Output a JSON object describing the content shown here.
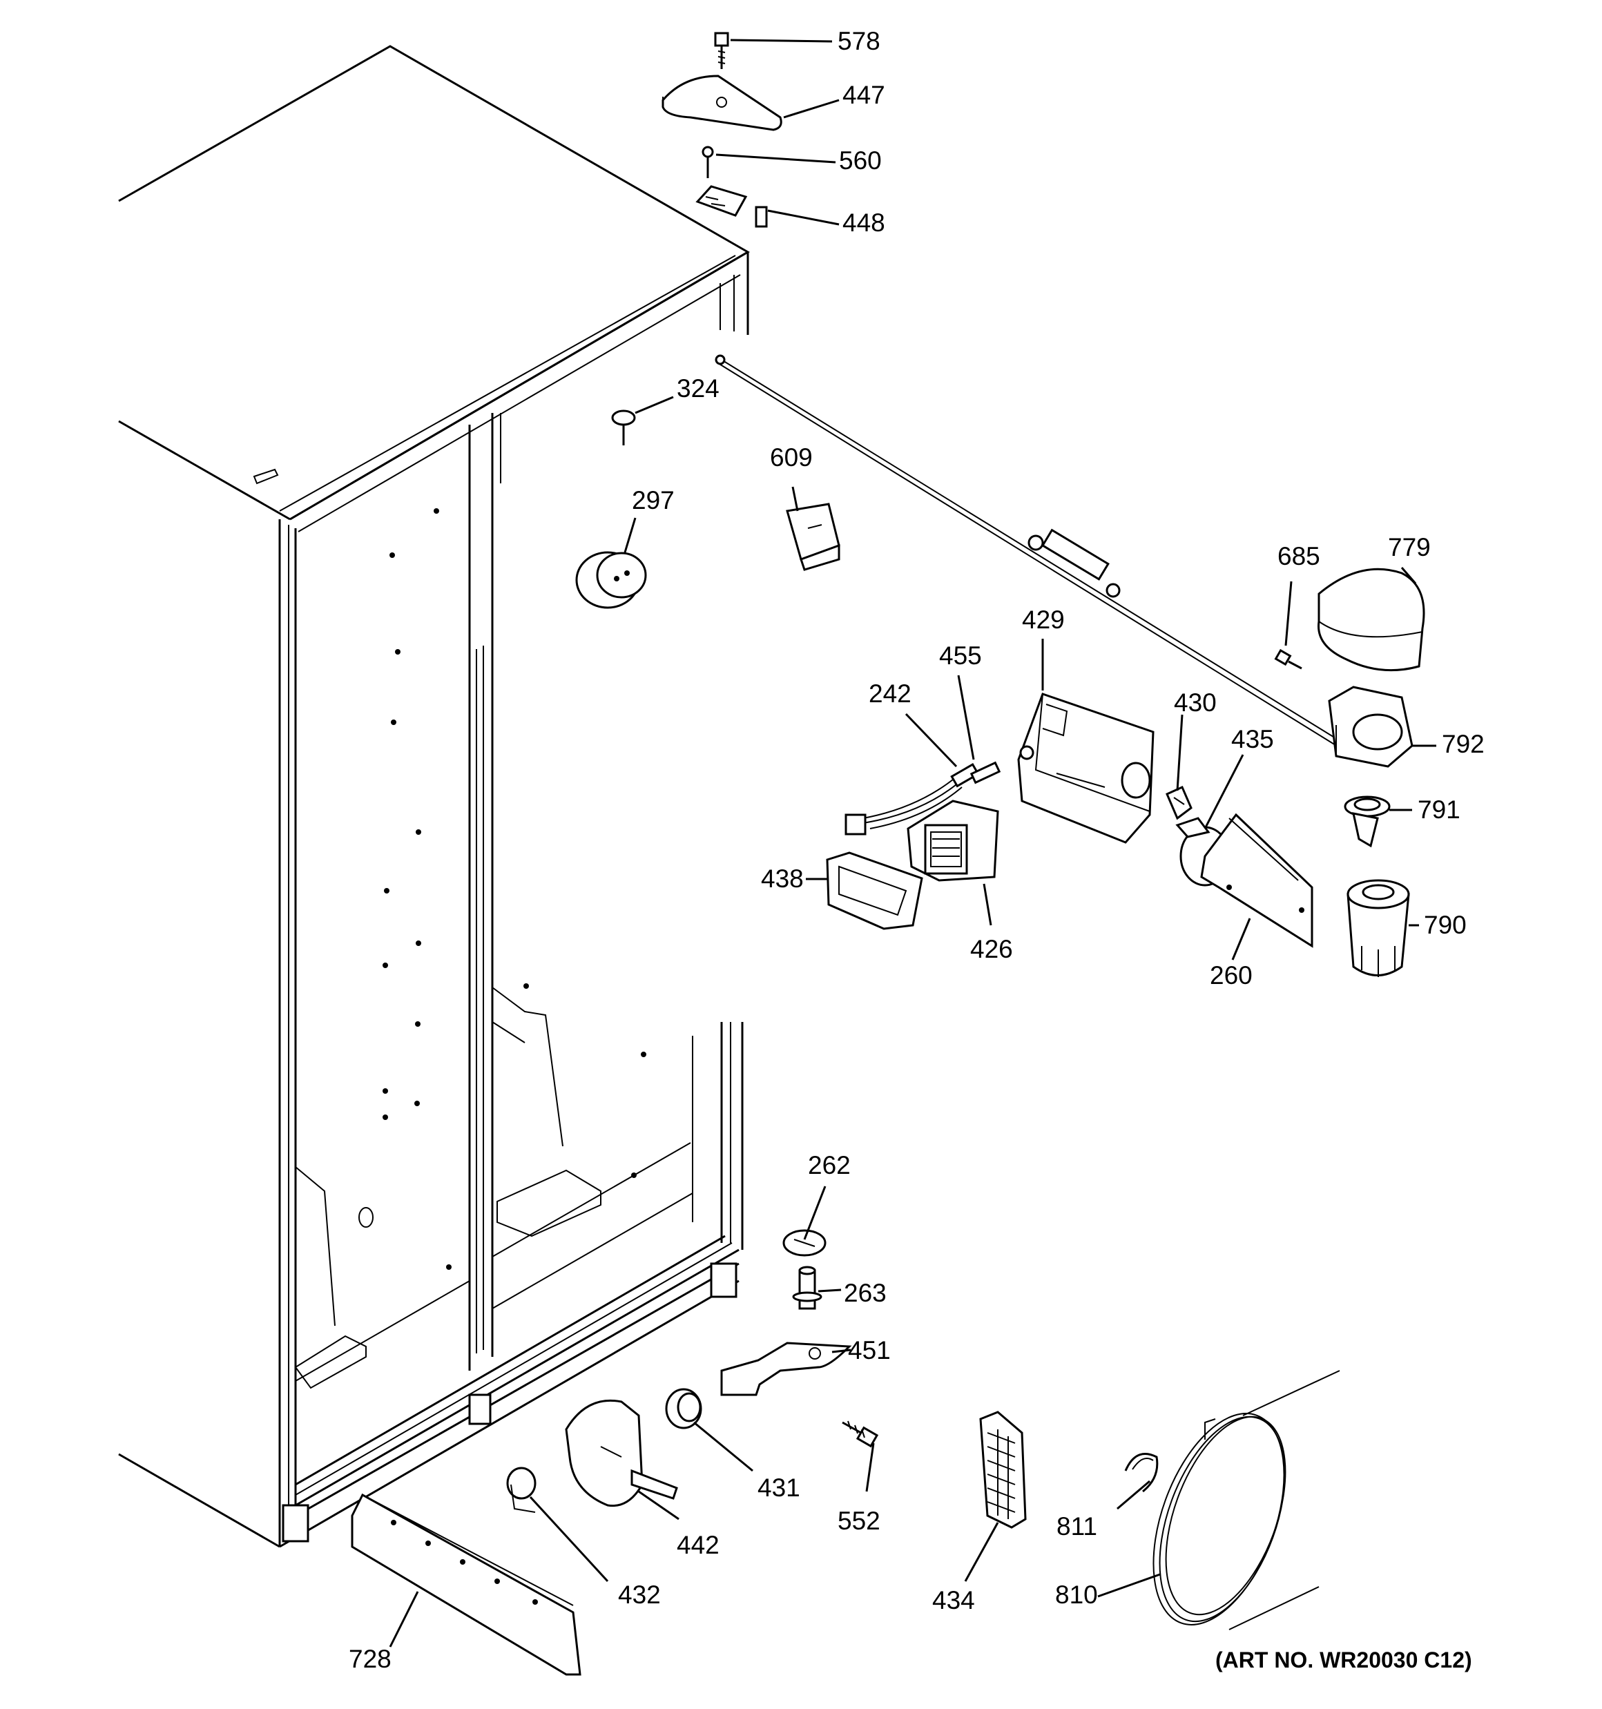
{
  "parts": [
    {
      "id": "578",
      "label": "578"
    },
    {
      "id": "447",
      "label": "447"
    },
    {
      "id": "560",
      "label": "560"
    },
    {
      "id": "448",
      "label": "448"
    },
    {
      "id": "324",
      "label": "324"
    },
    {
      "id": "609",
      "label": "609"
    },
    {
      "id": "297",
      "label": "297"
    },
    {
      "id": "685",
      "label": "685"
    },
    {
      "id": "779",
      "label": "779"
    },
    {
      "id": "429",
      "label": "429"
    },
    {
      "id": "455",
      "label": "455"
    },
    {
      "id": "242",
      "label": "242"
    },
    {
      "id": "430",
      "label": "430"
    },
    {
      "id": "435",
      "label": "435"
    },
    {
      "id": "792",
      "label": "792"
    },
    {
      "id": "791",
      "label": "791"
    },
    {
      "id": "438",
      "label": "438"
    },
    {
      "id": "790",
      "label": "790"
    },
    {
      "id": "426",
      "label": "426"
    },
    {
      "id": "260",
      "label": "260"
    },
    {
      "id": "262",
      "label": "262"
    },
    {
      "id": "263",
      "label": "263"
    },
    {
      "id": "451",
      "label": "451"
    },
    {
      "id": "431",
      "label": "431"
    },
    {
      "id": "552",
      "label": "552"
    },
    {
      "id": "811",
      "label": "811"
    },
    {
      "id": "442",
      "label": "442"
    },
    {
      "id": "432",
      "label": "432"
    },
    {
      "id": "434",
      "label": "434"
    },
    {
      "id": "810",
      "label": "810"
    },
    {
      "id": "728",
      "label": "728"
    }
  ],
  "art_number": "(ART NO. WR20030 C12)"
}
